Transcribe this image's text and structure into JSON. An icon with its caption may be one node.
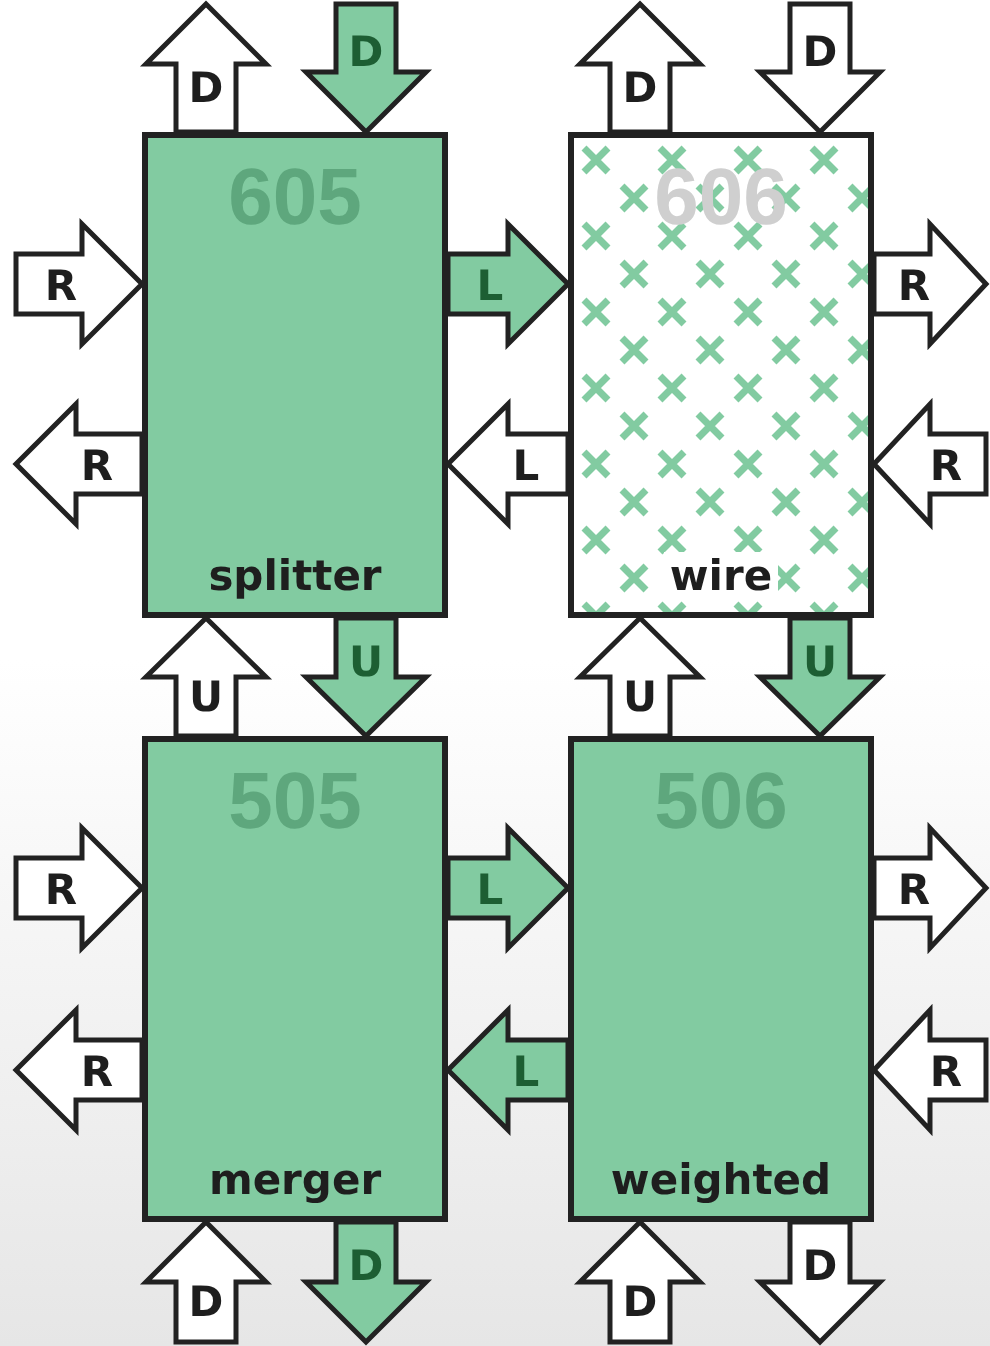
{
  "diagram": {
    "nodes": [
      {
        "text": [
          "605",
          "splitter"
        ]
      },
      {
        "text": [
          "606",
          "wire"
        ]
      },
      {
        "text": [
          "505",
          "merger"
        ]
      },
      {
        "text": [
          "506",
          "weighted"
        ]
      }
    ],
    "edges": [
      {
        "from": 0,
        "to": null,
        "arrow": "to",
        "label": "D"
      },
      {
        "from": null,
        "to": 0,
        "arrow": "to",
        "label": "D",
        "color": "#82cba1"
      },
      {
        "from": 1,
        "to": null,
        "arrow": "to",
        "label": "D"
      },
      {
        "from": null,
        "to": 1,
        "arrow": "to",
        "label": "D"
      },
      {
        "from": null,
        "to": 0,
        "arrow": "to",
        "label": "R"
      },
      {
        "from": 0,
        "to": 1,
        "arrow": "to",
        "label": "L",
        "color": "#82cba1"
      },
      {
        "from": 1,
        "to": null,
        "arrow": "to",
        "label": "R"
      },
      {
        "from": 0,
        "to": null,
        "arrow": "to",
        "label": "R"
      },
      {
        "from": 1,
        "to": 0,
        "arrow": "to",
        "label": "L"
      },
      {
        "from": null,
        "to": 1,
        "arrow": "to",
        "label": "R"
      },
      {
        "from": 2,
        "to": 0,
        "arrow": "to",
        "label": "U"
      },
      {
        "from": 0,
        "to": 2,
        "arrow": "to",
        "label": "U",
        "color": "#82cba1"
      },
      {
        "from": 3,
        "to": 1,
        "arrow": "to",
        "label": "U"
      },
      {
        "from": 1,
        "to": 3,
        "arrow": "to",
        "label": "U",
        "color": "#82cba1"
      },
      {
        "from": null,
        "to": 2,
        "arrow": "to",
        "label": "R"
      },
      {
        "from": 2,
        "to": 3,
        "arrow": "to",
        "label": "L",
        "color": "#82cba1"
      },
      {
        "from": 3,
        "to": null,
        "arrow": "to",
        "label": "R"
      },
      {
        "from": 2,
        "to": null,
        "arrow": "to",
        "label": "R"
      },
      {
        "from": 3,
        "to": 2,
        "arrow": "to",
        "label": "L",
        "color": "#82cba1"
      },
      {
        "from": null,
        "to": 3,
        "arrow": "to",
        "label": "R"
      },
      {
        "from": null,
        "to": 2,
        "arrow": "to",
        "label": "D"
      },
      {
        "from": 2,
        "to": null,
        "arrow": "to",
        "label": "D",
        "color": "#82cba1"
      },
      {
        "from": null,
        "to": 3,
        "arrow": "to",
        "label": "D"
      },
      {
        "from": 3,
        "to": null,
        "arrow": "to",
        "label": "D"
      }
    ]
  }
}
